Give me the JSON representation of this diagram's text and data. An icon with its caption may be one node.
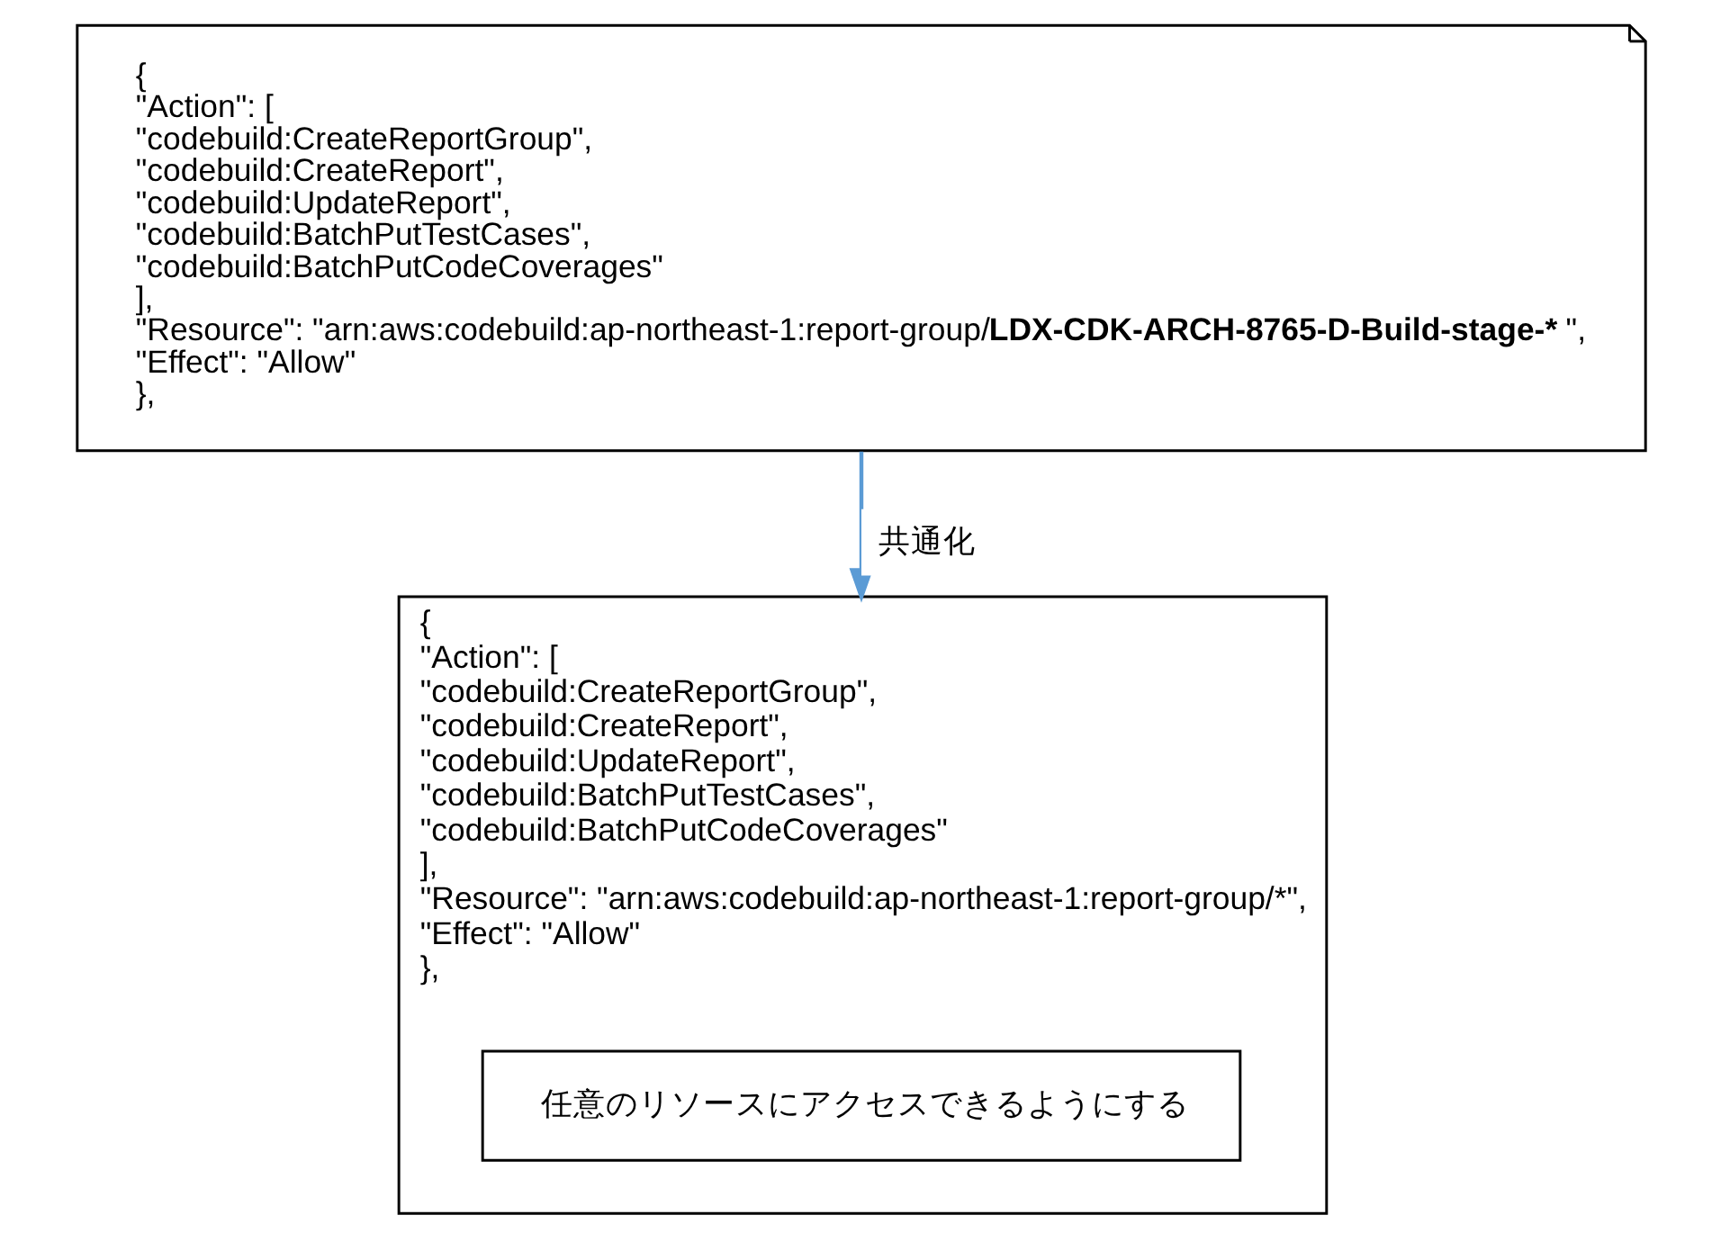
{
  "diagram": {
    "nodes": [
      {
        "text": [
          "{",
          "\"Action\": [",
          "\"codebuild:CreateReportGroup\",",
          "\"codebuild:CreateReport\",",
          "\"codebuild:UpdateReport\",",
          "\"codebuild:BatchPutTestCases\",",
          "\"codebuild:BatchPutCodeCoverages\"",
          "],",
          "\"Resource\": \"arn:aws:codebuild:ap-northeast-1:report-group/**LDX-CDK-ARCH-8765-D-Build-stage-***\",",
          "\"Effect\": \"Allow\"",
          "},"
        ]
      },
      {
        "text": [
          "{",
          "\"Action\": [",
          "\"codebuild:CreateReportGroup\",",
          "\"codebuild:CreateReport\",",
          "\"codebuild:UpdateReport\",",
          "\"codebuild:BatchPutTestCases\",",
          "\"codebuild:BatchPutCodeCoverages\"",
          "],",
          "\"Resource\": \"arn:aws:codebuild:ap-northeast-1:report-group/*\",",
          "\"Effect\": \"Allow\"",
          "},"
        ]
      },
      {
        "text": [
          "任意のリソースにアクセスできるようにする"
        ],
        "in": 1
      }
    ],
    "edges": [
      {
        "from": 0,
        "to": 1,
        "arrow": "to",
        "label": "共通化"
      }
    ]
  }
}
